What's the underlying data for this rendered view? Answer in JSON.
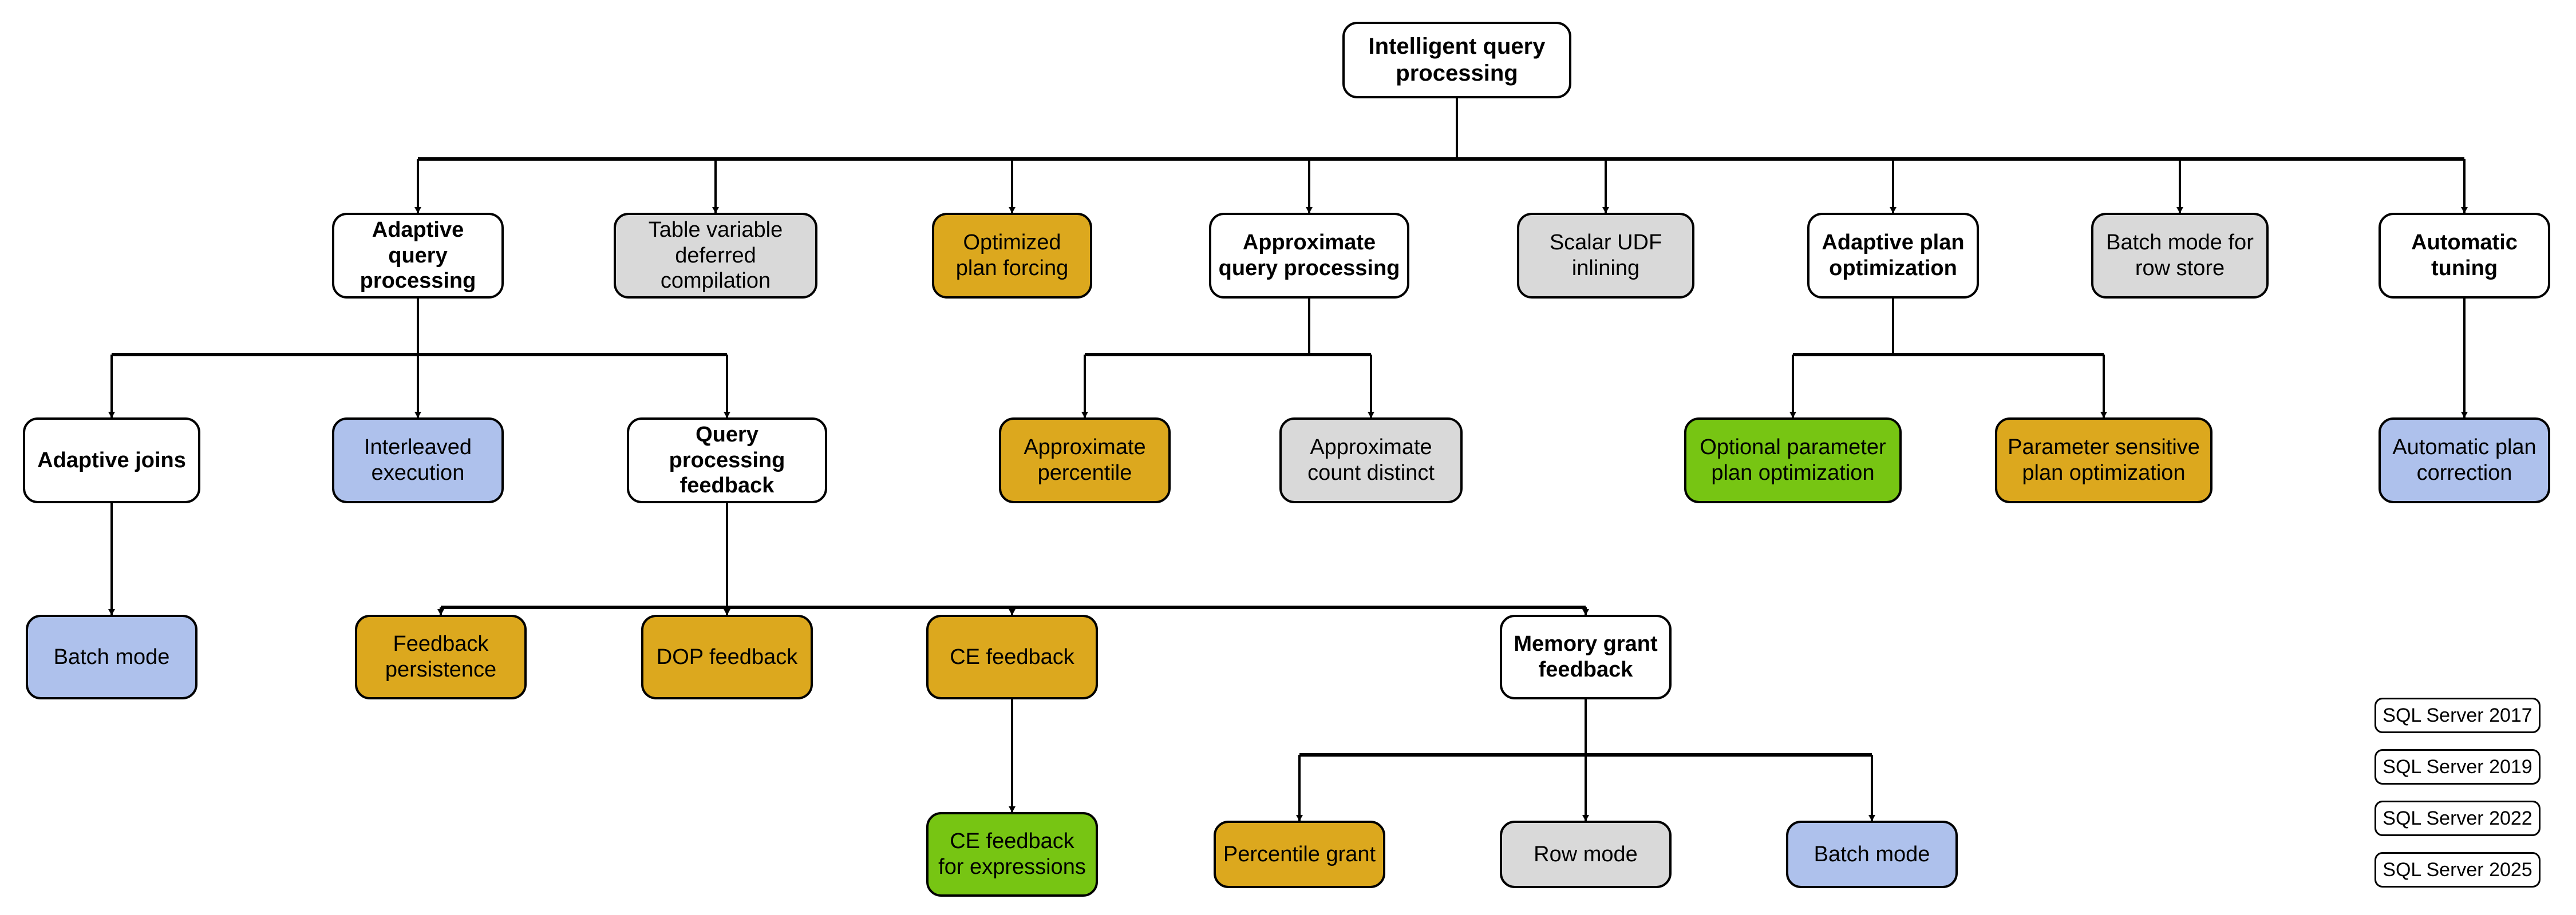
{
  "diagram": {
    "title": "Intelligent query processing",
    "palette": {
      "white": "#ffffff",
      "grey": "#d9d9d9",
      "orange": "#dca81e",
      "blue": "#aec1ec",
      "green": "#77c513",
      "stroke": "#000000"
    },
    "root": {
      "label": "Intelligent query processing"
    },
    "level1": [
      {
        "label": "Adaptive query processing",
        "color": "white"
      },
      {
        "label": "Table variable deferred compilation",
        "color": "grey"
      },
      {
        "label": "Optimized plan forcing",
        "color": "orange"
      },
      {
        "label": "Approximate query processing",
        "color": "white"
      },
      {
        "label": "Scalar UDF inlining",
        "color": "grey"
      },
      {
        "label": "Adaptive plan optimization",
        "color": "white"
      },
      {
        "label": "Batch mode for row store",
        "color": "grey"
      },
      {
        "label": "Automatic tuning",
        "color": "white"
      }
    ],
    "level2": [
      {
        "label": "Adaptive joins",
        "color": "white",
        "parent": "Adaptive query processing"
      },
      {
        "label": "Interleaved execution",
        "color": "blue",
        "parent": "Adaptive query processing"
      },
      {
        "label": "Query processing feedback",
        "color": "white",
        "parent": "Adaptive query processing"
      },
      {
        "label": "Approximate percentile",
        "color": "orange",
        "parent": "Approximate query processing"
      },
      {
        "label": "Approximate count distinct",
        "color": "grey",
        "parent": "Approximate query processing"
      },
      {
        "label": "Optional parameter plan optimization",
        "color": "green",
        "parent": "Adaptive plan optimization"
      },
      {
        "label": "Parameter sensitive plan optimization",
        "color": "orange",
        "parent": "Adaptive plan optimization"
      },
      {
        "label": "Automatic plan correction",
        "color": "blue",
        "parent": "Automatic tuning"
      }
    ],
    "level3": [
      {
        "label": "Batch mode",
        "color": "blue",
        "parent": "Adaptive joins"
      },
      {
        "label": "Feedback persistence",
        "color": "orange",
        "parent": "Query processing feedback"
      },
      {
        "label": "DOP feedback",
        "color": "orange",
        "parent": "Query processing feedback"
      },
      {
        "label": "CE feedback",
        "color": "orange",
        "parent": "Query processing feedback"
      },
      {
        "label": "Memory grant feedback",
        "color": "white",
        "parent": "Query processing feedback"
      }
    ],
    "level4": [
      {
        "label": "CE feedback for expressions",
        "color": "green",
        "parent": "CE feedback"
      },
      {
        "label": "Percentile grant",
        "color": "orange",
        "parent": "Memory grant feedback"
      },
      {
        "label": "Row mode",
        "color": "grey",
        "parent": "Memory grant feedback"
      },
      {
        "label": "Batch mode",
        "color": "blue",
        "parent": "Memory grant feedback"
      }
    ],
    "legend": [
      {
        "label": "SQL Server 2017",
        "color": "blue"
      },
      {
        "label": "SQL Server 2019",
        "color": "grey"
      },
      {
        "label": "SQL Server 2022",
        "color": "orange"
      },
      {
        "label": "SQL Server 2025",
        "color": "green"
      }
    ]
  }
}
